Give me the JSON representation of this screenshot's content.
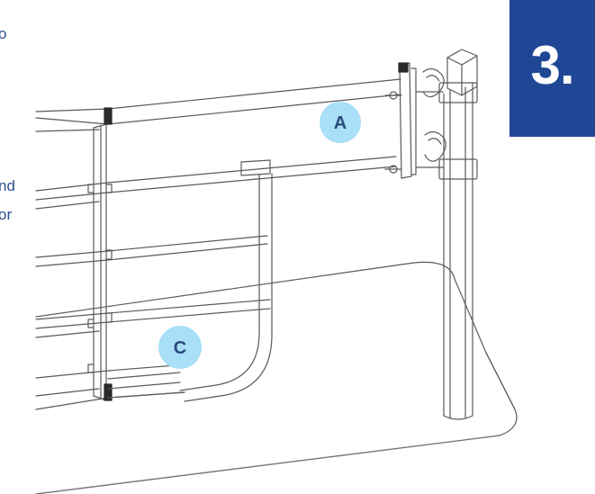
{
  "text_fragments": {
    "line1": "o",
    "line2": "nd",
    "line3": "or"
  },
  "step": {
    "number": "3.",
    "color": "#1f4796"
  },
  "callouts": {
    "a_label": "A",
    "c_label": "C",
    "fill_color": "#a9dff7"
  }
}
